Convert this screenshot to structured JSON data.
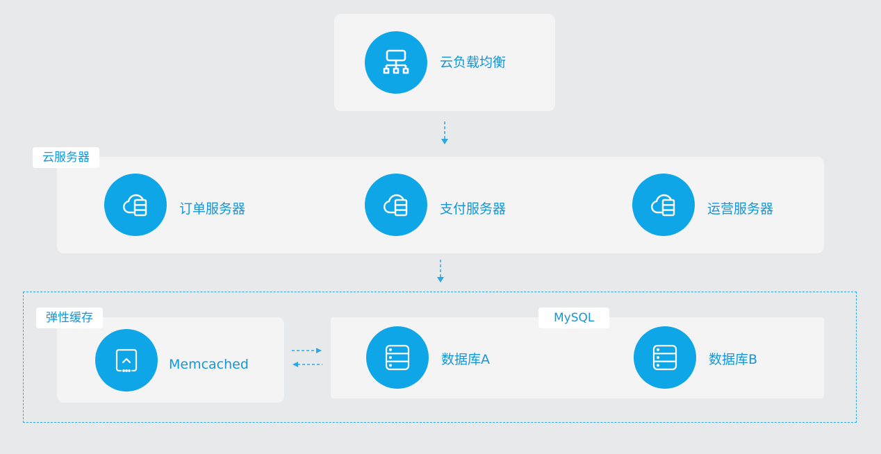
{
  "load_balancer": {
    "label": "云负载均衡",
    "icon": "network-hierarchy-icon"
  },
  "cloud_servers": {
    "tag": "云服务器",
    "servers": [
      {
        "label": "订单服务器",
        "icon": "cloud-server-icon"
      },
      {
        "label": "支付服务器",
        "icon": "cloud-server-icon"
      },
      {
        "label": "运营服务器",
        "icon": "cloud-server-icon"
      }
    ]
  },
  "cache": {
    "tag": "弹性缓存",
    "label": "Memcached",
    "icon": "cache-box-icon"
  },
  "mysql": {
    "tag": "MySQL",
    "databases": [
      {
        "label": "数据库A",
        "icon": "database-icon"
      },
      {
        "label": "数据库B",
        "icon": "database-icon"
      }
    ]
  },
  "colors": {
    "accent": "#0fa6e8",
    "text": "#1497d8",
    "panel": "#f4f4f5",
    "background": "#e8e9ea",
    "connector": "#2aa7e6"
  }
}
